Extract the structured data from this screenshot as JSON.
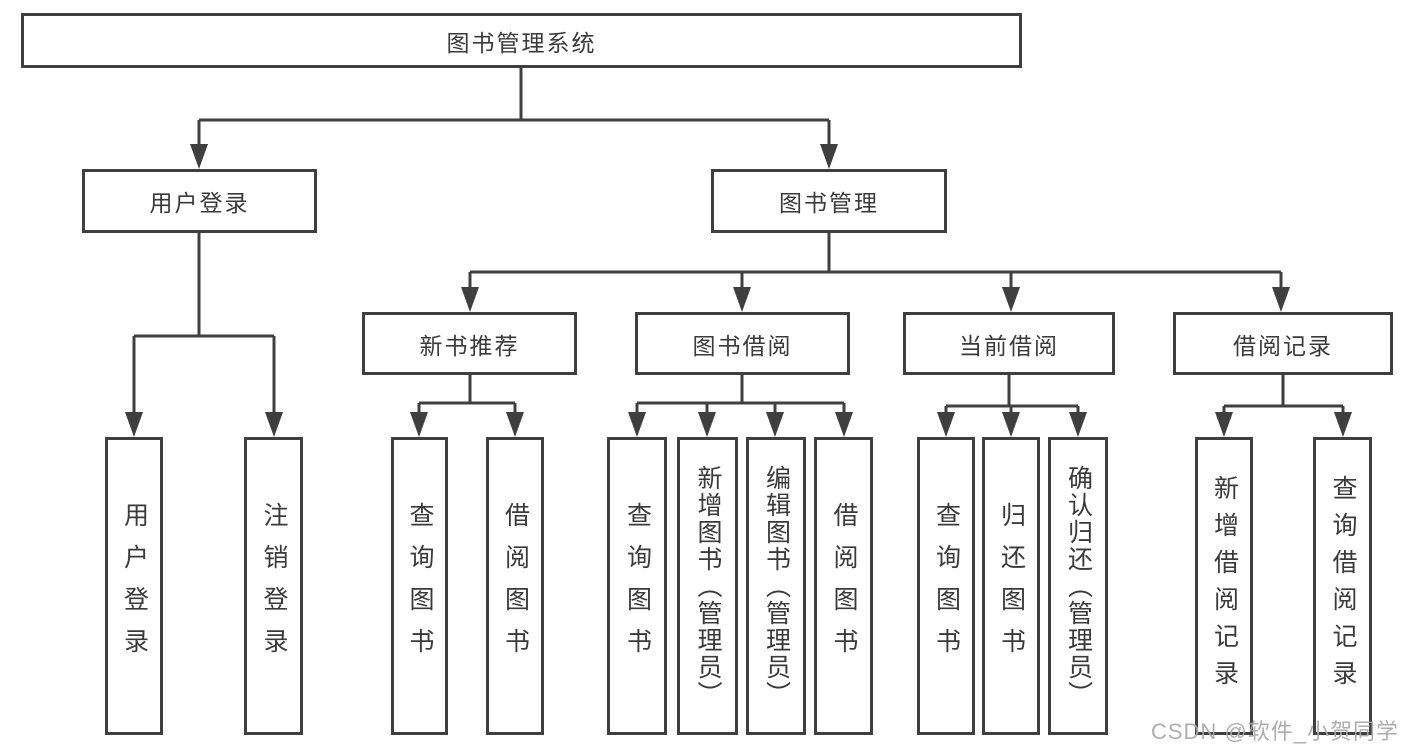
{
  "diagram": {
    "root": {
      "label": "图书管理系统"
    },
    "branches": [
      {
        "label": "用户登录",
        "children": [
          {
            "label": "用户登录"
          },
          {
            "label": "注销登录"
          }
        ]
      },
      {
        "label": "图书管理",
        "modules": [
          {
            "label": "新书推荐",
            "children": [
              {
                "label": "查询图书"
              },
              {
                "label": "借阅图书"
              }
            ]
          },
          {
            "label": "图书借阅",
            "children": [
              {
                "label": "查询图书"
              },
              {
                "label": "新增图书（管理员）"
              },
              {
                "label": "编辑图书（管理员）"
              },
              {
                "label": "借阅图书"
              }
            ]
          },
          {
            "label": "当前借阅",
            "children": [
              {
                "label": "查询图书"
              },
              {
                "label": "归还图书"
              },
              {
                "label": "确认归还（管理员）"
              }
            ]
          },
          {
            "label": "借阅记录",
            "children": [
              {
                "label": "新增借阅记录"
              },
              {
                "label": "查询借阅记录"
              }
            ]
          }
        ]
      }
    ]
  },
  "watermark": {
    "text": "CSDN @软件_小贺同学"
  },
  "colors": {
    "line": "#3f3f3f",
    "box_border": "#3f3f3f",
    "text": "#3a3a3a",
    "watermark": "#a8a8a8",
    "background": "#ffffff"
  }
}
